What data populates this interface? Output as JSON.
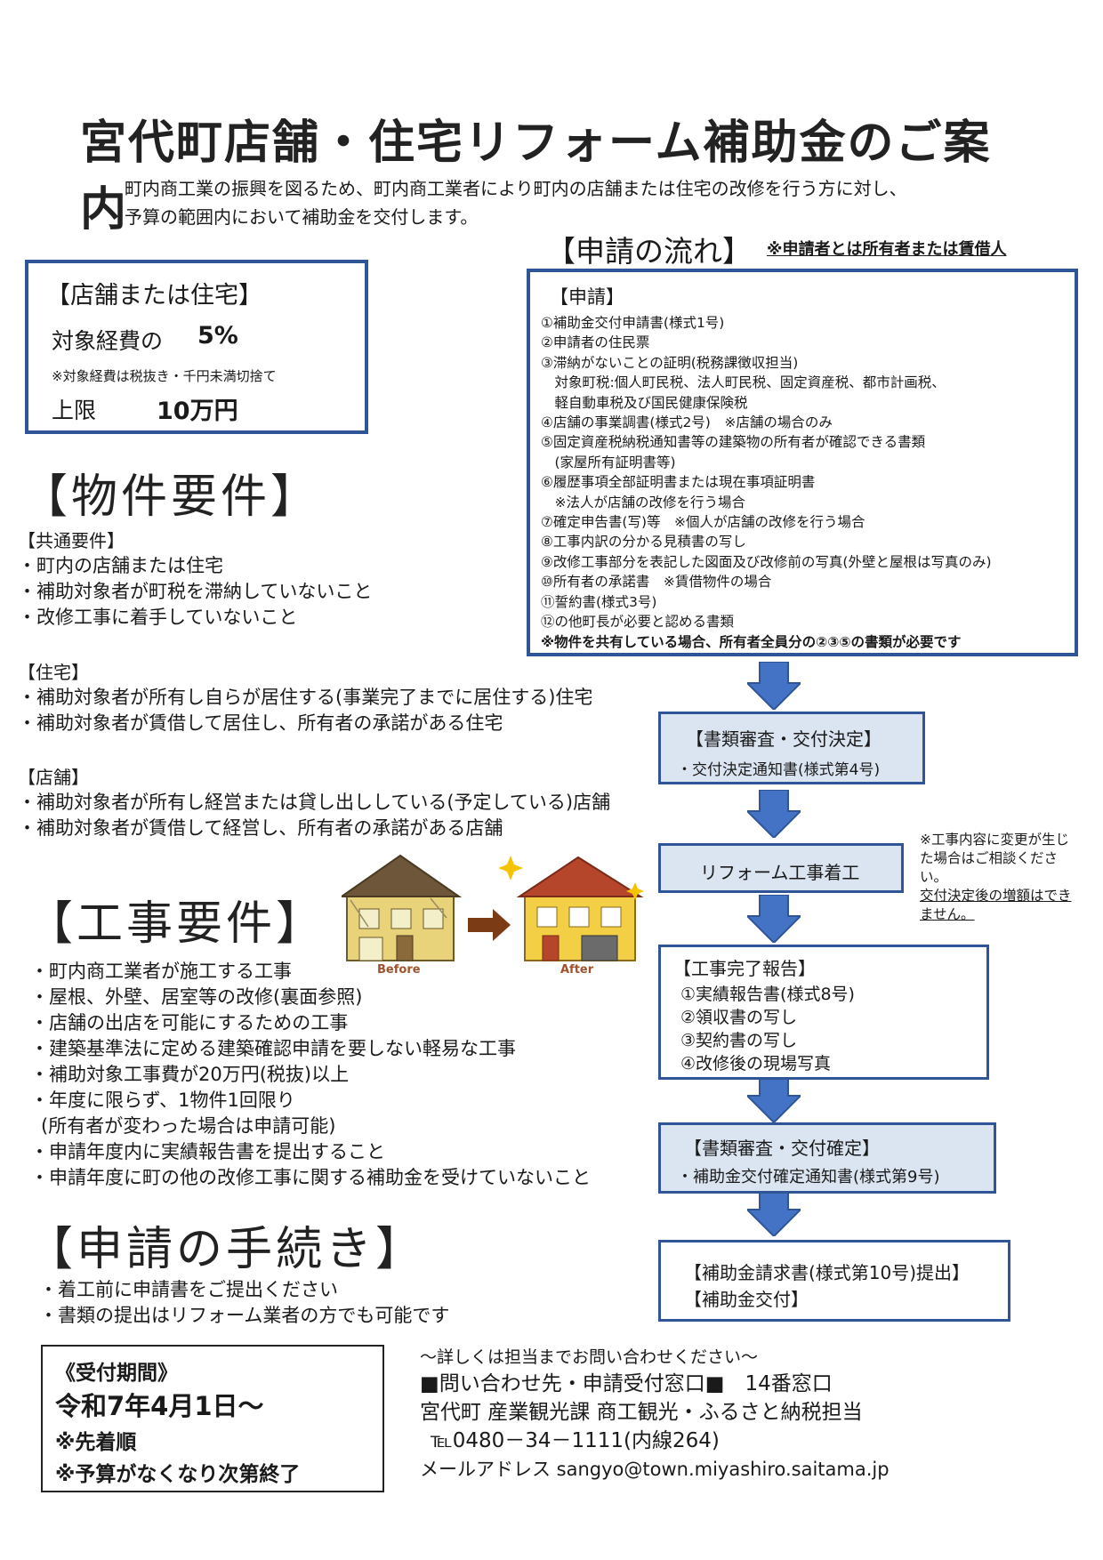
{
  "title": "宮代町店舗・住宅リフォーム補助金のご案内",
  "intro": [
    "町内商工業の振興を図るため、町内商工業者により町内の店舗または住宅の改修を行う方に対し、",
    "予算の範囲内において補助金を交付します。"
  ],
  "rate_box": {
    "heading": "【店舗または住宅】",
    "rate_label": "対象経費の",
    "rate_value": "5%",
    "note": "※対象経費は税抜き・千円未満切捨て",
    "limit_label": "上限",
    "limit_value": "10万円"
  },
  "property": {
    "heading": "【物件要件】",
    "common_label": "【共通要件】",
    "common_items": [
      "・町内の店舗または住宅",
      "・補助対象者が町税を滞納していないこと",
      "・改修工事に着手していないこと"
    ],
    "house_label": "【住宅】",
    "house_items": [
      "・補助対象者が所有し自らが居住する(事業完了までに居住する)住宅",
      "・補助対象者が賃借して居住し、所有者の承諾がある住宅"
    ],
    "shop_label": "【店舗】",
    "shop_items": [
      "・補助対象者が所有し経営または貸し出ししている(予定している)店舗",
      "・補助対象者が賃借して経営し、所有者の承諾がある店舗"
    ]
  },
  "construction": {
    "heading": "【工事要件】",
    "before_label": "Before",
    "after_label": "After",
    "items": [
      "・町内商工業者が施工する工事",
      "・屋根、外壁、居室等の改修(裏面参照)",
      "・店舗の出店を可能にするための工事",
      "・建築基準法に定める建築確認申請を要しない軽易な工事",
      "・補助対象工事費が20万円(税抜)以上",
      "・年度に限らず、1物件1回限り",
      "(所有者が変わった場合は申請可能)",
      "・申請年度内に実績報告書を提出すること",
      "・申請年度に町の他の改修工事に関する補助金を受けていないこと"
    ]
  },
  "procedure": {
    "heading": "【申請の手続き】",
    "items": [
      "・着工前に申請書をご提出ください",
      "・書類の提出はリフォーム業者の方でも可能です"
    ]
  },
  "period": {
    "label": "《受付期間》",
    "date": "令和7年4月1日～",
    "first_come": "※先着順",
    "end": "※予算がなくなり次第終了"
  },
  "contact": {
    "lead": "～詳しくは担当までお問い合わせください～",
    "window": "■問い合わせ先・申請受付窓口■　14番窓口",
    "dept": "宮代町 産業観光課 商工観光・ふるさと納税担当",
    "tel": "℡0480－34－1111(内線264)",
    "mail": "メールアドレス sangyo@town.miyashiro.saitama.jp"
  },
  "flow": {
    "heading": "【申請の流れ】",
    "heading_note": "※申請者とは所有者または賃借人",
    "apply_label": "【申請】",
    "apply_items": [
      "①補助金交付申請書(様式1号)",
      "②申請者の住民票",
      "③滞納がないことの証明(税務課徴収担当)",
      "　対象町税:個人町民税、法人町民税、固定資産税、都市計画税、",
      "　軽自動車税及び国民健康保険税",
      "④店舗の事業調書(様式2号)　※店舗の場合のみ",
      "⑤固定資産税納税通知書等の建築物の所有者が確認できる書類",
      "　(家屋所有証明書等)",
      "⑥履歴事項全部証明書または現在事項証明書",
      "　※法人が店舗の改修を行う場合",
      "⑦確定申告書(写)等　※個人が店舗の改修を行う場合",
      "⑧工事内訳の分かる見積書の写し",
      "⑨改修工事部分を表記した図面及び改修前の写真(外壁と屋根は写真のみ)",
      "⑩所有者の承諾書　※賃借物件の場合",
      "⑪誓約書(様式3号)",
      "⑫の他町長が必要と認める書類"
    ],
    "apply_note": "※物件を共有している場合、所有者全員分の②③⑤の書類が必要です",
    "step2_title": "【書類審査・交付決定】",
    "step2_item": "・交付決定通知書(様式第4号)",
    "step3_title": "リフォーム工事着工",
    "side_note_1": "※工事内容に変更が生じた場合はご相談ください。",
    "side_note_2": "交付決定後の増額はできません。",
    "step4_title": "【工事完了報告】",
    "step4_items": [
      "①実績報告書(様式8号)",
      "②領収書の写し",
      "③契約書の写し",
      "④改修後の現場写真"
    ],
    "step5_title": "【書類審査・交付確定】",
    "step5_item": "・補助金交付確定通知書(様式第9号)",
    "step6_line1": "【補助金請求書(様式第10号)提出】",
    "step6_line2": "【補助金交付】"
  },
  "colors": {
    "accent": "#2f5597",
    "arrow": "#4472c4",
    "shade": "#dbe4f1"
  }
}
